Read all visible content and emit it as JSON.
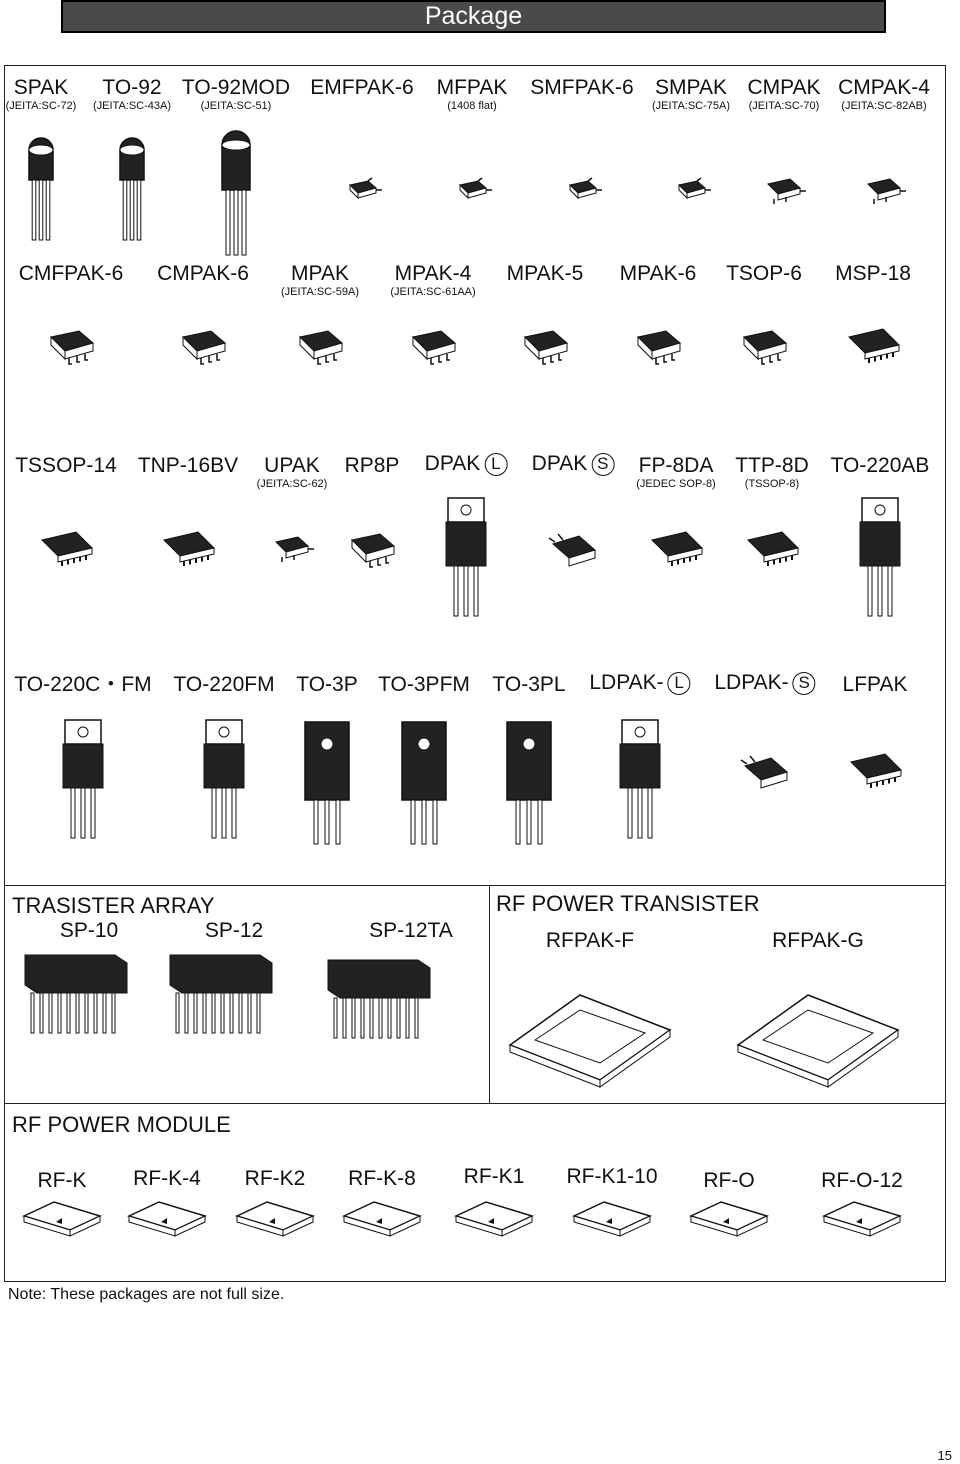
{
  "page_title": "Package",
  "rows": [
    {
      "items": [
        {
          "name": "SPAK",
          "sub": "(JEITA:SC-72)",
          "shape": "to92"
        },
        {
          "name": "TO-92",
          "sub": "(JEITA:SC-43A)",
          "shape": "to92"
        },
        {
          "name": "TO-92MOD",
          "sub": "(JEITA:SC-51)",
          "shape": "to92mod"
        },
        {
          "name": "EMFPAK-6",
          "sub": "",
          "shape": "tiny"
        },
        {
          "name": "MFPAK",
          "sub": "(1408 flat)",
          "shape": "tiny"
        },
        {
          "name": "SMFPAK-6",
          "sub": "",
          "shape": "tiny"
        },
        {
          "name": "SMPAK",
          "sub": "(JEITA:SC-75A)",
          "shape": "tiny"
        },
        {
          "name": "CMPAK",
          "sub": "(JEITA:SC-70)",
          "shape": "small"
        },
        {
          "name": "CMPAK-4",
          "sub": "(JEITA:SC-82AB)",
          "shape": "small"
        }
      ]
    },
    {
      "items": [
        {
          "name": "CMFPAK-6",
          "sub": "",
          "shape": "smd"
        },
        {
          "name": "CMPAK-6",
          "sub": "",
          "shape": "smd"
        },
        {
          "name": "MPAK",
          "sub": "(JEITA:SC-59A)",
          "shape": "smd"
        },
        {
          "name": "MPAK-4",
          "sub": "(JEITA:SC-61AA)",
          "shape": "smd"
        },
        {
          "name": "MPAK-5",
          "sub": "",
          "shape": "smd"
        },
        {
          "name": "MPAK-6",
          "sub": "",
          "shape": "smd"
        },
        {
          "name": "TSOP-6",
          "sub": "",
          "shape": "smd"
        },
        {
          "name": "MSP-18",
          "sub": "",
          "shape": "soic"
        }
      ]
    },
    {
      "items": [
        {
          "name": "TSSOP-14",
          "sub": "",
          "shape": "soic"
        },
        {
          "name": "TNP-16BV",
          "sub": "",
          "shape": "soic"
        },
        {
          "name": "UPAK",
          "sub": "(JEITA:SC-62)",
          "shape": "small"
        },
        {
          "name": "RP8P",
          "sub": "",
          "shape": "smd"
        },
        {
          "name": "DPAK",
          "circle": "L",
          "sub": "",
          "shape": "to220"
        },
        {
          "name": "DPAK",
          "circle": "S",
          "sub": "",
          "shape": "dpak"
        },
        {
          "name": "FP-8DA",
          "sub": "(JEDEC SOP-8)",
          "shape": "soic"
        },
        {
          "name": "TTP-8D",
          "sub": "(TSSOP-8)",
          "shape": "soic"
        },
        {
          "name": "TO-220AB",
          "sub": "",
          "shape": "to220"
        }
      ]
    },
    {
      "items": [
        {
          "name": "TO-220C・FM",
          "sub": "",
          "shape": "to220"
        },
        {
          "name": "TO-220FM",
          "sub": "",
          "shape": "to220"
        },
        {
          "name": "TO-3P",
          "sub": "",
          "shape": "to3p"
        },
        {
          "name": "TO-3PFM",
          "sub": "",
          "shape": "to3p"
        },
        {
          "name": "TO-3PL",
          "sub": "",
          "shape": "to3p"
        },
        {
          "name": "LDPAK-",
          "circle": "L",
          "sub": "",
          "shape": "to220"
        },
        {
          "name": "LDPAK-",
          "circle": "S",
          "sub": "",
          "shape": "dpak"
        },
        {
          "name": "LFPAK",
          "sub": "",
          "shape": "soic"
        }
      ]
    }
  ],
  "transistor_array": {
    "title": "TRASISTER ARRAY",
    "items": [
      {
        "name": "SP-10",
        "shape": "sip"
      },
      {
        "name": "SP-12",
        "shape": "sip"
      },
      {
        "name": "SP-12TA",
        "shape": "sip"
      }
    ]
  },
  "rf_power_transistor": {
    "title": "RF POWER TRANSISTER",
    "items": [
      {
        "name": "RFPAK-F",
        "shape": "rfpak"
      },
      {
        "name": "RFPAK-G",
        "shape": "rfpak"
      }
    ]
  },
  "rf_power_module": {
    "title": "RF POWER MODULE",
    "items": [
      {
        "name": "RF-K",
        "shape": "module"
      },
      {
        "name": "RF-K-4",
        "shape": "module"
      },
      {
        "name": "RF-K2",
        "shape": "module"
      },
      {
        "name": "RF-K-8",
        "shape": "module"
      },
      {
        "name": "RF-K1",
        "shape": "module"
      },
      {
        "name": "RF-K1-10",
        "shape": "module"
      },
      {
        "name": "RF-O",
        "shape": "module"
      },
      {
        "name": "RF-O-12",
        "shape": "module"
      }
    ]
  },
  "note": "Note: These packages are not full size.",
  "page_number": "15"
}
